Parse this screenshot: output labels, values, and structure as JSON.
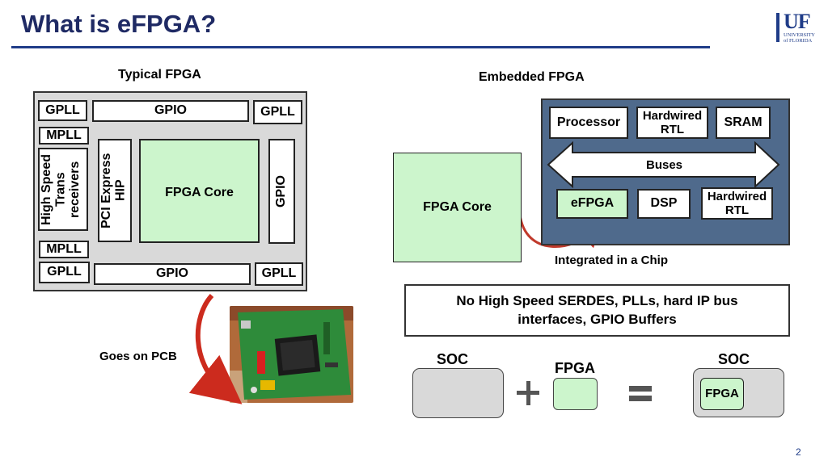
{
  "slide": {
    "title": "What is eFPGA?",
    "page_number": "2",
    "logo": {
      "main": "UF",
      "sub": "UNIVERSITY of FLORIDA"
    }
  },
  "typical": {
    "heading": "Typical FPGA",
    "gpll_top_left": "GPLL",
    "gpio_top": "GPIO",
    "gpll_top_right": "GPLL",
    "mpll_top": "MPLL",
    "high_speed": "High Speed Trans receivers",
    "pci_express": "PCI Express HIP",
    "fpga_core": "FPGA Core",
    "gpio_right": "GPIO",
    "mpll_bottom": "MPLL",
    "gpll_bottom_left": "GPLL",
    "gpio_bottom": "GPIO",
    "gpll_bottom_right": "GPLL",
    "goes_on_pcb": "Goes on PCB"
  },
  "embedded": {
    "heading": "Embedded FPGA",
    "fpga_core": "FPGA Core",
    "processor": "Processor",
    "hardwired_rtl_top": "Hardwired RTL",
    "sram": "SRAM",
    "buses": "Buses",
    "efpga": "eFPGA",
    "dsp": "DSP",
    "hardwired_rtl_bottom": "Hardwired RTL",
    "integrated": "Integrated in a Chip"
  },
  "note": "No High Speed SERDES, PLLs, hard IP bus interfaces, GPIO Buffers",
  "equation": {
    "soc_left": "SOC",
    "fpga": "FPGA",
    "soc_right": "SOC",
    "inner_fpga": "FPGA"
  },
  "colors": {
    "title": "#1f2a64",
    "rule": "#1f3c88",
    "core_green": "#ccf5cc",
    "soc_panel": "#4f6a8c",
    "arrow_red": "#cc2b1e",
    "outer_gray": "#d9d9d9"
  }
}
